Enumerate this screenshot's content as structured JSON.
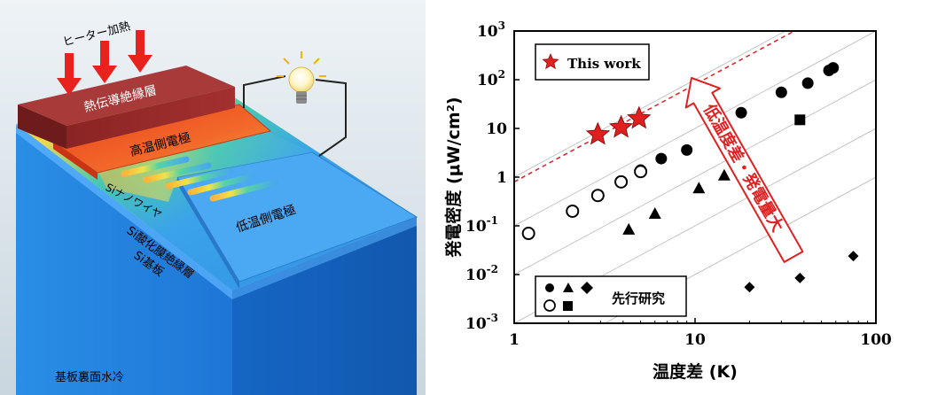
{
  "diagram": {
    "heater_label": "ヒーター加熱",
    "insulator_label": "熱伝導絶縁層",
    "hot_electrode_label": "高温側電極",
    "nanowire_label": "Siナノワイヤ",
    "cold_electrode_label": "低温側電極",
    "oxide_label": "Si酸化膜絶縁層",
    "substrate_label": "Si基板",
    "cooling_label": "基板裏面水冷",
    "colors": {
      "heater_arrow": "#e8231d",
      "insulator": "#8b2323",
      "hot": "#f04a1a",
      "cold": "#3a8fe0",
      "substrate": "#1f7ee0"
    },
    "icons": [
      "down-arrow-icon",
      "light-bulb-icon"
    ]
  },
  "chart_data": {
    "type": "scatter",
    "xscale": "log",
    "yscale": "log",
    "xlim": [
      1,
      100
    ],
    "ylim": [
      0.001,
      1000
    ],
    "xlabel": "温度差 (K)",
    "ylabel": "発電密度 (μW/cm²)",
    "x_ticks": [
      "1",
      "10",
      "100"
    ],
    "y_ticks": [
      {
        "v": 0.001,
        "base": "10",
        "exp": "-3"
      },
      {
        "v": 0.01,
        "base": "10",
        "exp": "-2"
      },
      {
        "v": 0.1,
        "base": "10",
        "exp": "-1"
      },
      {
        "v": 1,
        "base": "1",
        "exp": ""
      },
      {
        "v": 10,
        "base": "10",
        "exp": ""
      },
      {
        "v": 100,
        "base": "10",
        "exp": "2"
      },
      {
        "v": 1000,
        "base": "10",
        "exp": "3"
      }
    ],
    "grid": "diagonal guide lines",
    "series": [
      {
        "name": "This work",
        "marker": "star",
        "color": "#e02020",
        "points": [
          [
            2.9,
            7.5
          ],
          [
            3.9,
            10.5
          ],
          [
            4.9,
            16
          ]
        ]
      },
      {
        "name": "",
        "marker": "circle-filled",
        "color": "#000000",
        "points": [
          [
            5.0,
            1.4
          ],
          [
            6.5,
            2.4
          ],
          [
            9.0,
            3.6
          ],
          [
            18,
            21
          ],
          [
            30,
            55
          ],
          [
            42,
            85
          ],
          [
            55,
            155
          ],
          [
            58,
            175
          ]
        ]
      },
      {
        "name": "",
        "marker": "circle-open",
        "color": "#000000",
        "points": [
          [
            1.2,
            0.07
          ],
          [
            2.1,
            0.2
          ],
          [
            2.9,
            0.42
          ],
          [
            3.9,
            0.8
          ],
          [
            5.0,
            1.3
          ]
        ]
      },
      {
        "name": "",
        "marker": "triangle",
        "color": "#000000",
        "points": [
          [
            4.3,
            0.085
          ],
          [
            6.0,
            0.18
          ],
          [
            10.5,
            0.6
          ],
          [
            14.5,
            1.1
          ]
        ]
      },
      {
        "name": "",
        "marker": "square",
        "color": "#000000",
        "points": [
          [
            38,
            15
          ]
        ]
      },
      {
        "name": "",
        "marker": "diamond",
        "color": "#000000",
        "points": [
          [
            20,
            0.0055
          ],
          [
            38,
            0.0085
          ],
          [
            75,
            0.024
          ]
        ]
      }
    ],
    "legend": {
      "this_work": "This work",
      "prior": "先行研究"
    },
    "annotation": "低温度差・発電量大",
    "trend_color": "#e02020"
  }
}
